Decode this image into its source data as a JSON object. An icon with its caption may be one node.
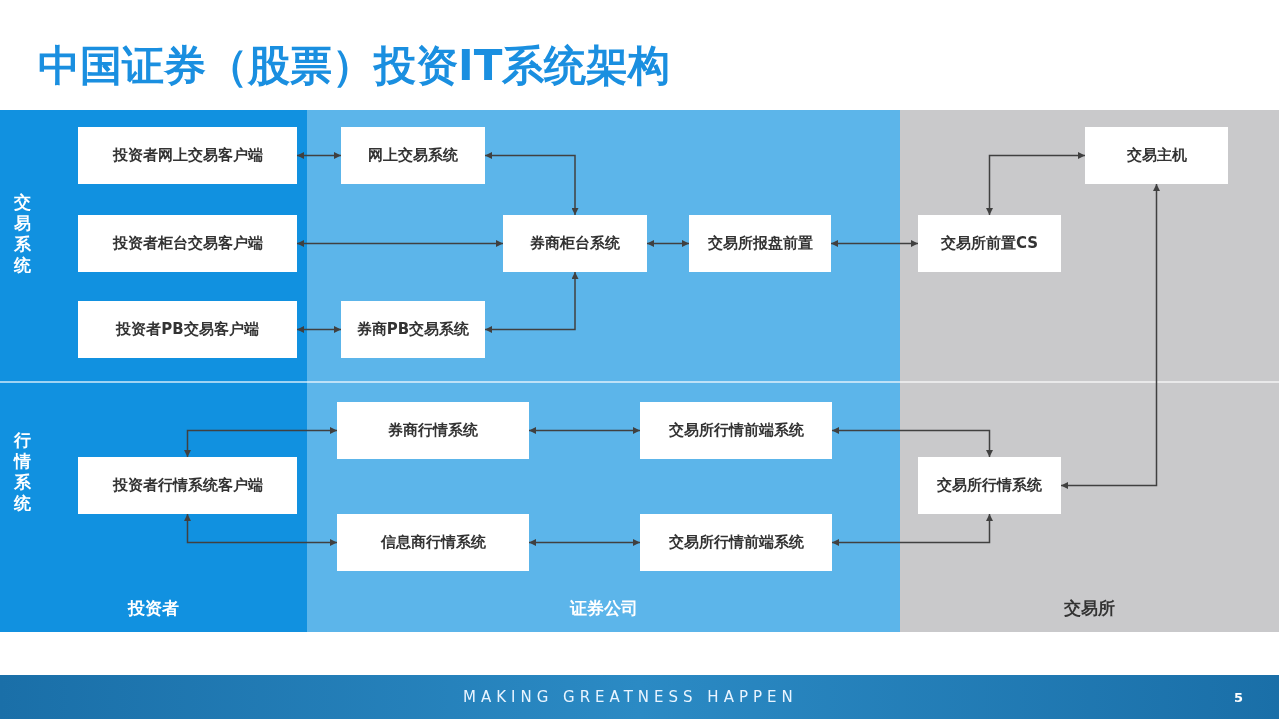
{
  "diagram": {
    "title": "中国证券（股票）投资IT系统架构",
    "nodes": [
      {
        "text": [
          "投资者"
        ]
      },
      {
        "text": [
          "证券公司"
        ]
      },
      {
        "text": [
          "交易所"
        ]
      },
      {
        "text": [
          "投资者网上交易客户端"
        ],
        "in": 0
      },
      {
        "text": [
          "网上交易系统"
        ],
        "in": 1
      },
      {
        "text": [
          "投资者柜台交易客户端"
        ],
        "in": 0
      },
      {
        "text": [
          "券商柜台系统"
        ],
        "in": 1
      },
      {
        "text": [
          "交易所报盘前置"
        ],
        "in": 1
      },
      {
        "text": [
          "交易所前置CS"
        ],
        "in": 2
      },
      {
        "text": [
          "交易主机"
        ],
        "in": 2
      },
      {
        "text": [
          "投资者PB交易客户端"
        ],
        "in": 0
      },
      {
        "text": [
          "券商PB交易系统"
        ],
        "in": 1
      },
      {
        "text": [
          "券商行情系统"
        ],
        "in": 1
      },
      {
        "text": [
          "交易所行情前端系统"
        ],
        "in": 1
      },
      {
        "text": [
          "投资者行情系统客户端"
        ],
        "in": 0
      },
      {
        "text": [
          "交易所行情系统"
        ],
        "in": 2
      },
      {
        "text": [
          "信息商行情系统"
        ],
        "in": 1
      },
      {
        "text": [
          "交易所行情前端系统"
        ],
        "in": 1
      }
    ],
    "edges": [
      {
        "from": 3,
        "to": 4,
        "arrow": "both"
      },
      {
        "from": 4,
        "to": 6,
        "arrow": "both"
      },
      {
        "from": 5,
        "to": 6,
        "arrow": "both"
      },
      {
        "from": 6,
        "to": 7,
        "arrow": "both"
      },
      {
        "from": 7,
        "to": 8,
        "arrow": "both"
      },
      {
        "from": 8,
        "to": 9,
        "arrow": "both"
      },
      {
        "from": 10,
        "to": 11,
        "arrow": "both"
      },
      {
        "from": 11,
        "to": 6,
        "arrow": "both"
      },
      {
        "from": 14,
        "to": 12,
        "arrow": "both"
      },
      {
        "from": 12,
        "to": 13,
        "arrow": "both"
      },
      {
        "from": 13,
        "to": 15,
        "arrow": "both"
      },
      {
        "from": 14,
        "to": 16,
        "arrow": "both"
      },
      {
        "from": 16,
        "to": 17,
        "arrow": "both"
      },
      {
        "from": 17,
        "to": 15,
        "arrow": "both"
      },
      {
        "from": 15,
        "to": 9,
        "arrow": "both"
      }
    ],
    "labels": [
      "交易系统",
      "行情系统",
      "MAKING GREATNESS HAPPEN",
      "5"
    ]
  }
}
